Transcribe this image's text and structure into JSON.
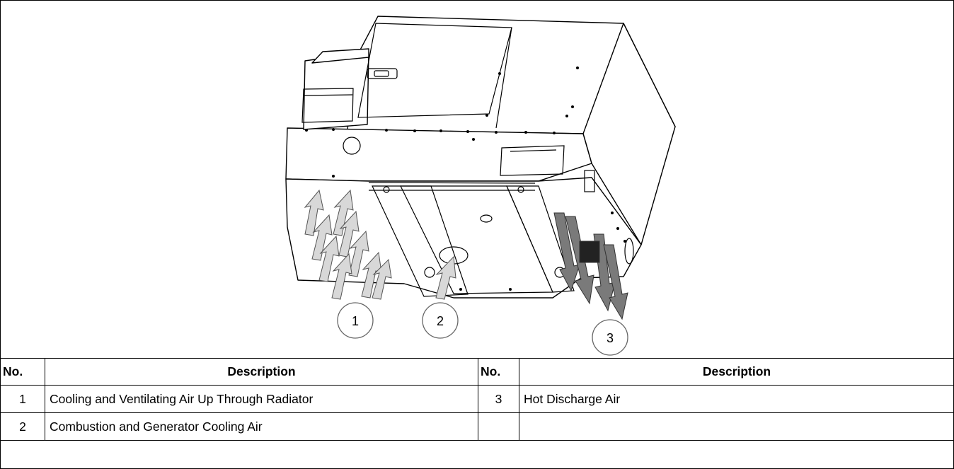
{
  "figure": {
    "callouts": [
      "1",
      "2",
      "3"
    ]
  },
  "table": {
    "headers": {
      "no_left": "No.",
      "desc_left": "Description",
      "no_right": "No.",
      "desc_right": "Description"
    },
    "rows": [
      {
        "no_left": "1",
        "desc_left": "Cooling and Ventilating Air Up Through Radiator",
        "no_right": "3",
        "desc_right": "Hot Discharge Air"
      },
      {
        "no_left": "2",
        "desc_left": "Combustion and Generator Cooling Air",
        "no_right": "",
        "desc_right": ""
      }
    ]
  }
}
